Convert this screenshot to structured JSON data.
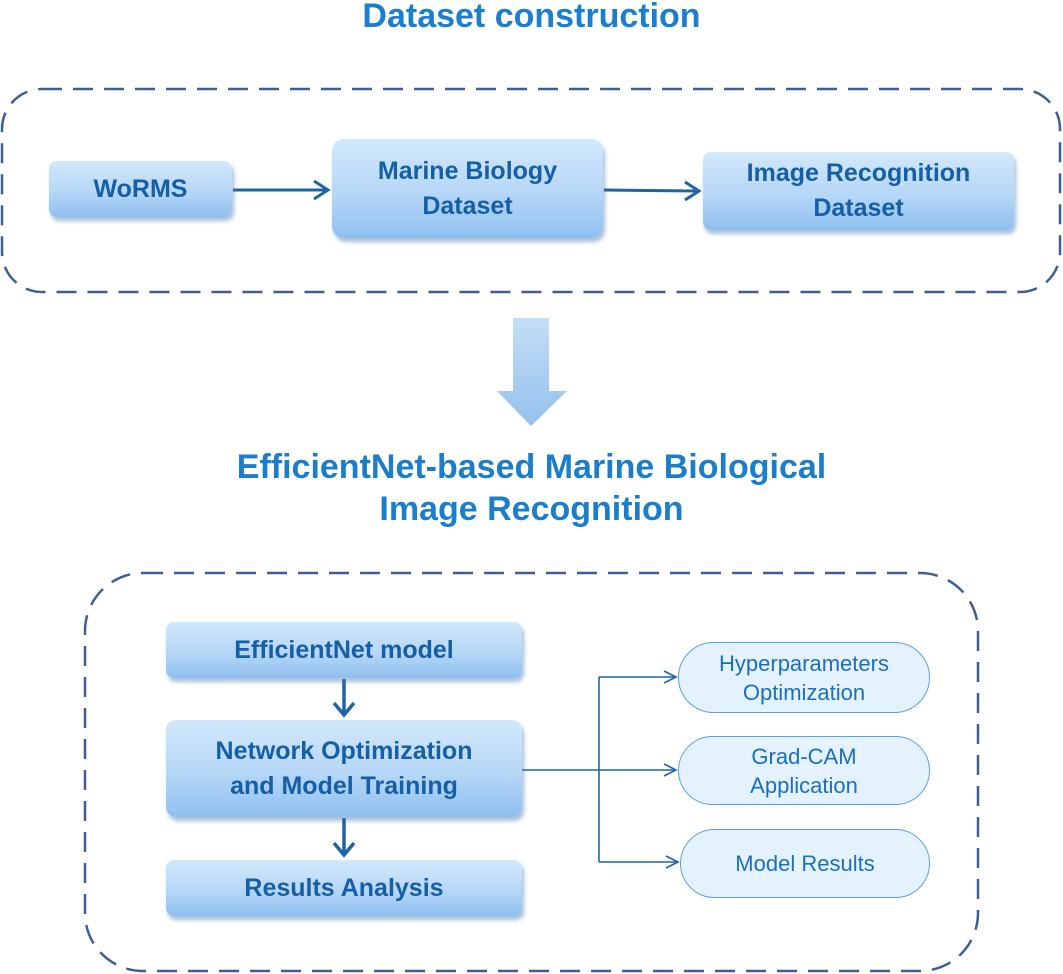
{
  "section1": {
    "title": "Dataset construction",
    "boxes": {
      "worms": "WoRMS",
      "marine_biology": [
        "Marine Biology",
        "Dataset"
      ],
      "image_recognition": [
        "Image Recognition",
        "Dataset"
      ]
    }
  },
  "section2": {
    "title": [
      "EfficientNet-based Marine Biological",
      "Image Recognition"
    ],
    "boxes": {
      "efficientnet_model": "EfficientNet model",
      "network_optimization": [
        "Network Optimization",
        "and Model Training"
      ],
      "results_analysis": "Results Analysis"
    },
    "pills": {
      "hyperparameters": [
        "Hyperparameters",
        "Optimization"
      ],
      "gradcam": [
        "Grad-CAM",
        "Application"
      ],
      "model_results": "Model Results"
    }
  },
  "colors": {
    "title": "#1a7fd0",
    "box_text": "#145fa6",
    "box_fill_top": "#d2e8fb",
    "box_fill_bottom": "#8fbfef",
    "dashed_border": "#3d5f96",
    "arrow": "#1f64a8",
    "big_arrow": "#9cc6ef",
    "pill_fill": "#e4f2fd",
    "pill_border": "#5aa0dd"
  }
}
